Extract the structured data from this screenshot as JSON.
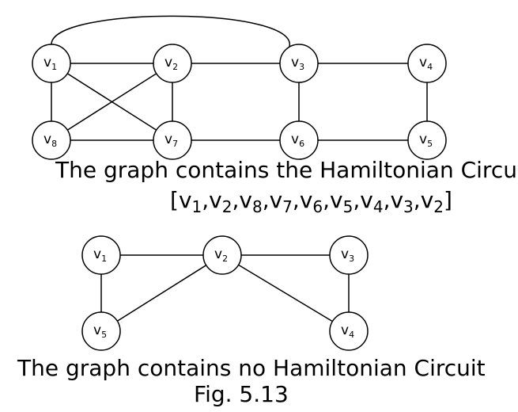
{
  "graph1": {
    "nodes": [
      {
        "id": "v1",
        "letter": "v",
        "sub": "1"
      },
      {
        "id": "v2",
        "letter": "v",
        "sub": "2"
      },
      {
        "id": "v3",
        "letter": "v",
        "sub": "3"
      },
      {
        "id": "v4",
        "letter": "v",
        "sub": "4"
      },
      {
        "id": "v8",
        "letter": "v",
        "sub": "8"
      },
      {
        "id": "v7",
        "letter": "v",
        "sub": "7"
      },
      {
        "id": "v6",
        "letter": "v",
        "sub": "6"
      },
      {
        "id": "v5",
        "letter": "v",
        "sub": "5"
      }
    ],
    "edges": [
      [
        "v1",
        "v2"
      ],
      [
        "v2",
        "v3"
      ],
      [
        "v3",
        "v4"
      ],
      [
        "v8",
        "v7"
      ],
      [
        "v7",
        "v6"
      ],
      [
        "v6",
        "v5"
      ],
      [
        "v1",
        "v8"
      ],
      [
        "v2",
        "v7"
      ],
      [
        "v3",
        "v6"
      ],
      [
        "v4",
        "v5"
      ],
      [
        "v1",
        "v7"
      ],
      [
        "v2",
        "v8"
      ],
      [
        "v1",
        "v3"
      ]
    ],
    "caption_line1": "The graph contains the Hamiltonian Circuit",
    "circuit": [
      {
        "letter": "v",
        "sub": "1"
      },
      {
        "letter": "v",
        "sub": "2"
      },
      {
        "letter": "v",
        "sub": "8"
      },
      {
        "letter": "v",
        "sub": "7"
      },
      {
        "letter": "v",
        "sub": "6"
      },
      {
        "letter": "v",
        "sub": "5"
      },
      {
        "letter": "v",
        "sub": "4"
      },
      {
        "letter": "v",
        "sub": "3"
      },
      {
        "letter": "v",
        "sub": "2"
      }
    ]
  },
  "graph2": {
    "nodes": [
      {
        "id": "v1",
        "letter": "v",
        "sub": "1"
      },
      {
        "id": "v2",
        "letter": "v",
        "sub": "2"
      },
      {
        "id": "v3",
        "letter": "v",
        "sub": "3"
      },
      {
        "id": "v5",
        "letter": "v",
        "sub": "5"
      },
      {
        "id": "v4",
        "letter": "v",
        "sub": "4"
      }
    ],
    "edges": [
      [
        "v1",
        "v2"
      ],
      [
        "v2",
        "v3"
      ],
      [
        "v1",
        "v5"
      ],
      [
        "v5",
        "v2"
      ],
      [
        "v2",
        "v4"
      ],
      [
        "v3",
        "v4"
      ]
    ],
    "caption": "The graph contains no Hamiltonian Circuit"
  },
  "figure_label": "Fig. 5.13"
}
